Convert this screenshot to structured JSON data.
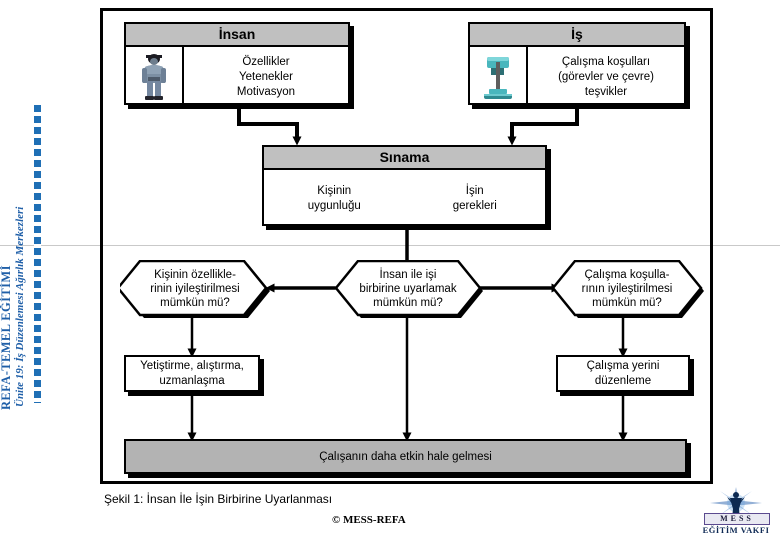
{
  "sidebar": {
    "title": "REFA-TEMEL EĞİTİMİ",
    "subtitle": "Ünite 19: İş Düzenlemesi Ağırlık Merkezleri",
    "accent_color": "#1F5FA8"
  },
  "diagram": {
    "human_box": {
      "header": "İnsan",
      "icon": "worker-figure-icon",
      "lines": [
        "Özellikler",
        "Yetenekler",
        "Motivasyon"
      ]
    },
    "work_box": {
      "header": "İş",
      "icon": "drill-press-icon",
      "lines": [
        "Çalışma koşulları",
        "(görevler ve çevre)",
        "teşvikler"
      ]
    },
    "test_box": {
      "header": "Sınama",
      "left_lines": [
        "Kişinin",
        "uygunluğu"
      ],
      "right_lines": [
        "İşin",
        "gerekleri"
      ]
    },
    "decisions": [
      {
        "lines": [
          "Kişinin özellikle-",
          "rinin iyileştirilmesi",
          "mümkün mü?"
        ]
      },
      {
        "lines": [
          "İnsan ile işi",
          "birbirine uyarlamak",
          "mümkün mü?"
        ]
      },
      {
        "lines": [
          "Çalışma koşulla-",
          "rının iyileştirilmesi",
          "mümkün mü?"
        ]
      }
    ],
    "actions": [
      {
        "lines": [
          "Yetiştirme, alıştırma,",
          "uzmanlaşma"
        ]
      },
      {
        "lines": [
          "Çalışma yerini",
          "düzenleme"
        ]
      }
    ],
    "result_bar": "Çalışanın daha etkin hale gelmesi",
    "header_fill": "#c0c0c0",
    "result_fill": "#b3b3b3"
  },
  "caption": {
    "figure": "Şekil  1: İnsan İle İşin Birbirine Uyarlanması",
    "copyright": "© MESS-REFA"
  },
  "logo": {
    "line1": "MESS",
    "line2": "EĞİTİM VAKFI"
  }
}
